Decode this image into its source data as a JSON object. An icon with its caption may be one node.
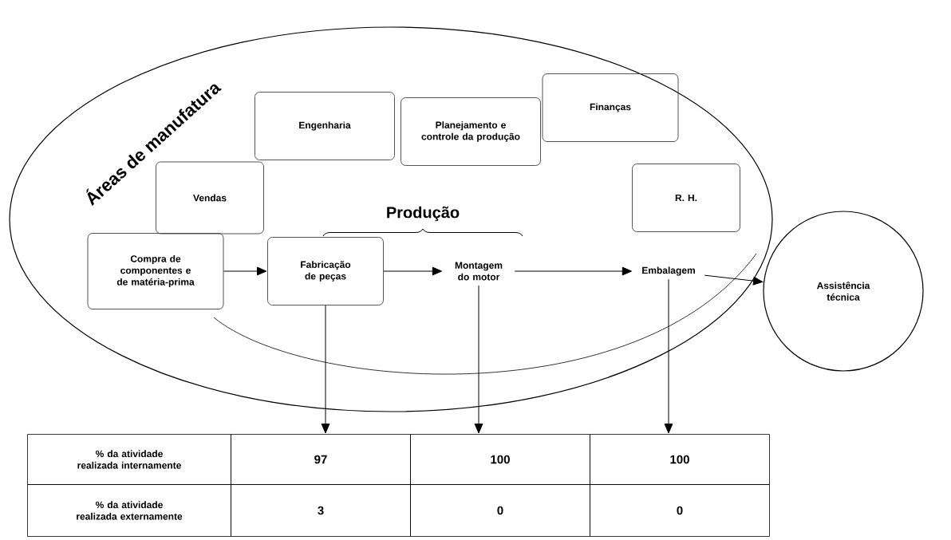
{
  "diagram": {
    "nodes": [
      {
        "text": [
          "Áreas de manufatura"
        ]
      },
      {
        "text": [
          "Engenharia"
        ],
        "in": 0
      },
      {
        "text": [
          "Planejamento e controle da produção"
        ],
        "in": 0
      },
      {
        "text": [
          "Finanças"
        ],
        "in": 0
      },
      {
        "text": [
          "Vendas"
        ],
        "in": 0
      },
      {
        "text": [
          "R. H."
        ],
        "in": 0
      },
      {
        "text": [
          "Compra de componentes e de matéria-prima"
        ],
        "in": 0
      },
      {
        "text": [
          "Fabricação de peças"
        ],
        "in": 0
      },
      {
        "text": [
          "Montagem do motor"
        ],
        "in": 0
      },
      {
        "text": [
          "Embalagem"
        ],
        "in": 0
      },
      {
        "text": [
          "Assistência técnica"
        ]
      },
      {
        "text": [
          "% da atividade realizada internamente"
        ]
      },
      {
        "text": [
          "97"
        ]
      },
      {
        "text": [
          "100"
        ]
      },
      {
        "text": [
          "100"
        ]
      },
      {
        "text": [
          "% da atividade realizada externamente"
        ]
      },
      {
        "text": [
          "3"
        ]
      },
      {
        "text": [
          "0"
        ]
      },
      {
        "text": [
          "0"
        ]
      }
    ],
    "edges": [
      {
        "from": 6,
        "to": 7,
        "arrow": "to"
      },
      {
        "from": 7,
        "to": 8,
        "arrow": "to"
      },
      {
        "from": 8,
        "to": 9,
        "arrow": "to"
      },
      {
        "from": 9,
        "to": 10,
        "arrow": "to"
      },
      {
        "from": 7,
        "to": 12,
        "arrow": "to"
      },
      {
        "from": 8,
        "to": 13,
        "arrow": "to"
      },
      {
        "from": 9,
        "to": 14,
        "arrow": "to"
      }
    ],
    "labels": [
      "Produção"
    ]
  }
}
